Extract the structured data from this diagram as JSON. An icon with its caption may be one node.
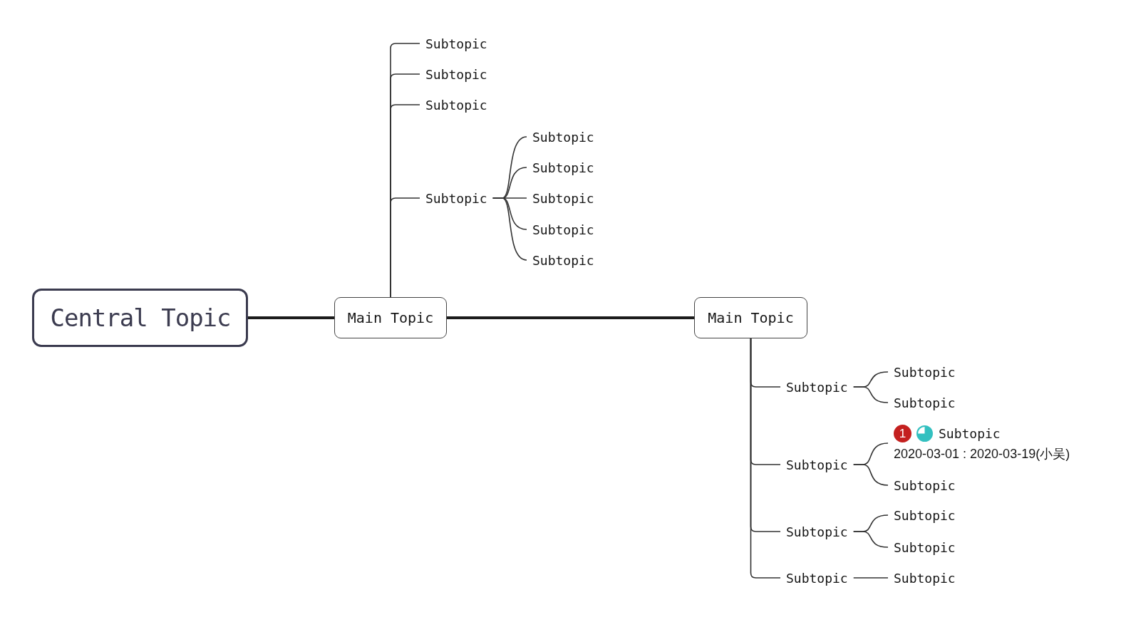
{
  "diagram": {
    "nodes": [
      {
        "text": [
          "Central Topic"
        ]
      },
      {
        "text": [
          "Main Topic"
        ]
      },
      {
        "text": [
          "Subtopic"
        ]
      },
      {
        "text": [
          "Subtopic"
        ]
      },
      {
        "text": [
          "Subtopic"
        ]
      },
      {
        "text": [
          "Subtopic"
        ]
      },
      {
        "text": [
          "Subtopic"
        ]
      },
      {
        "text": [
          "Subtopic"
        ]
      },
      {
        "text": [
          "Subtopic"
        ]
      },
      {
        "text": [
          "Subtopic"
        ]
      },
      {
        "text": [
          "Subtopic"
        ]
      },
      {
        "text": [
          "Main Topic"
        ]
      },
      {
        "text": [
          "Subtopic"
        ]
      },
      {
        "text": [
          "Subtopic"
        ]
      },
      {
        "text": [
          "Subtopic"
        ]
      },
      {
        "text": [
          "Subtopic"
        ]
      },
      {
        "text": [
          "Subtopic"
        ],
        "beside": [
          "2020-03-01 : 2020-03-19(小吴)"
        ]
      },
      {
        "text": [
          "Subtopic"
        ]
      },
      {
        "text": [
          "Subtopic"
        ]
      },
      {
        "text": [
          "Subtopic"
        ]
      },
      {
        "text": [
          "Subtopic"
        ]
      },
      {
        "text": [
          "Subtopic"
        ]
      },
      {
        "text": [
          "Subtopic"
        ]
      }
    ],
    "edges": [
      {
        "from": 0,
        "to": 1,
        "arrow": "none",
        "style": "thick"
      },
      {
        "from": 1,
        "to": 11,
        "arrow": "none",
        "style": "thick"
      },
      {
        "from": 1,
        "to": 2,
        "arrow": "none"
      },
      {
        "from": 1,
        "to": 3,
        "arrow": "none"
      },
      {
        "from": 1,
        "to": 4,
        "arrow": "none"
      },
      {
        "from": 1,
        "to": 5,
        "arrow": "none"
      },
      {
        "from": 5,
        "to": 6,
        "arrow": "none"
      },
      {
        "from": 5,
        "to": 7,
        "arrow": "none"
      },
      {
        "from": 5,
        "to": 8,
        "arrow": "none"
      },
      {
        "from": 5,
        "to": 9,
        "arrow": "none"
      },
      {
        "from": 5,
        "to": 10,
        "arrow": "none"
      },
      {
        "from": 11,
        "to": 12,
        "arrow": "none"
      },
      {
        "from": 11,
        "to": 15,
        "arrow": "none"
      },
      {
        "from": 11,
        "to": 18,
        "arrow": "none"
      },
      {
        "from": 11,
        "to": 21,
        "arrow": "none"
      },
      {
        "from": 12,
        "to": 13,
        "arrow": "none"
      },
      {
        "from": 12,
        "to": 14,
        "arrow": "none"
      },
      {
        "from": 15,
        "to": 16,
        "arrow": "none"
      },
      {
        "from": 15,
        "to": 17,
        "arrow": "none"
      },
      {
        "from": 18,
        "to": 19,
        "arrow": "none"
      },
      {
        "from": 18,
        "to": 20,
        "arrow": "none"
      },
      {
        "from": 21,
        "to": 22,
        "arrow": "none"
      }
    ],
    "labels": [
      "1"
    ]
  }
}
